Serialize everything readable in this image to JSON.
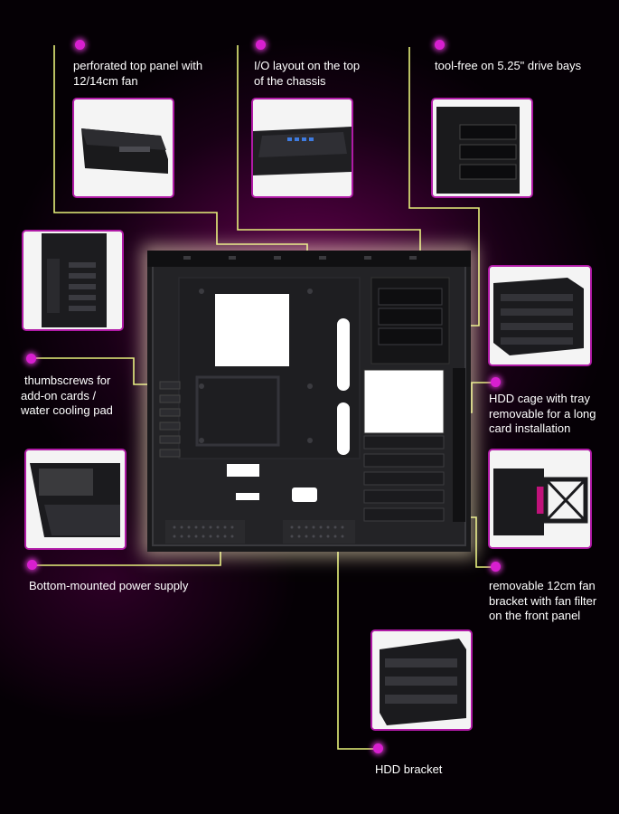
{
  "callouts": {
    "top_panel": {
      "line1": "perforated top panel with",
      "line2": "12/14cm fan"
    },
    "io_layout": {
      "line1": "I/O layout on the top",
      "line2": "of the chassis"
    },
    "tool_free": {
      "line1": "tool-free on 5.25\" drive bays"
    },
    "thumbscrews": {
      "line1": "thumbscrews for",
      "line2": "add-on cards /",
      "line3": "water cooling pad"
    },
    "hdd_cage": {
      "line1": "HDD cage with tray",
      "line2": "removable for a long",
      "line3": "card installation"
    },
    "power_supply": {
      "line1": "Bottom-mounted power supply"
    },
    "fan_bracket": {
      "line1": "removable 12cm fan",
      "line2": "bracket with fan filter",
      "line3": "on the front panel"
    },
    "hdd_bracket": {
      "line1": "HDD bracket"
    }
  },
  "colors": {
    "accent_dot": "#d81fd0",
    "thumb_border": "#b01aa6",
    "leader_line": "#e6f07a",
    "glow": "#ffe9b0"
  }
}
